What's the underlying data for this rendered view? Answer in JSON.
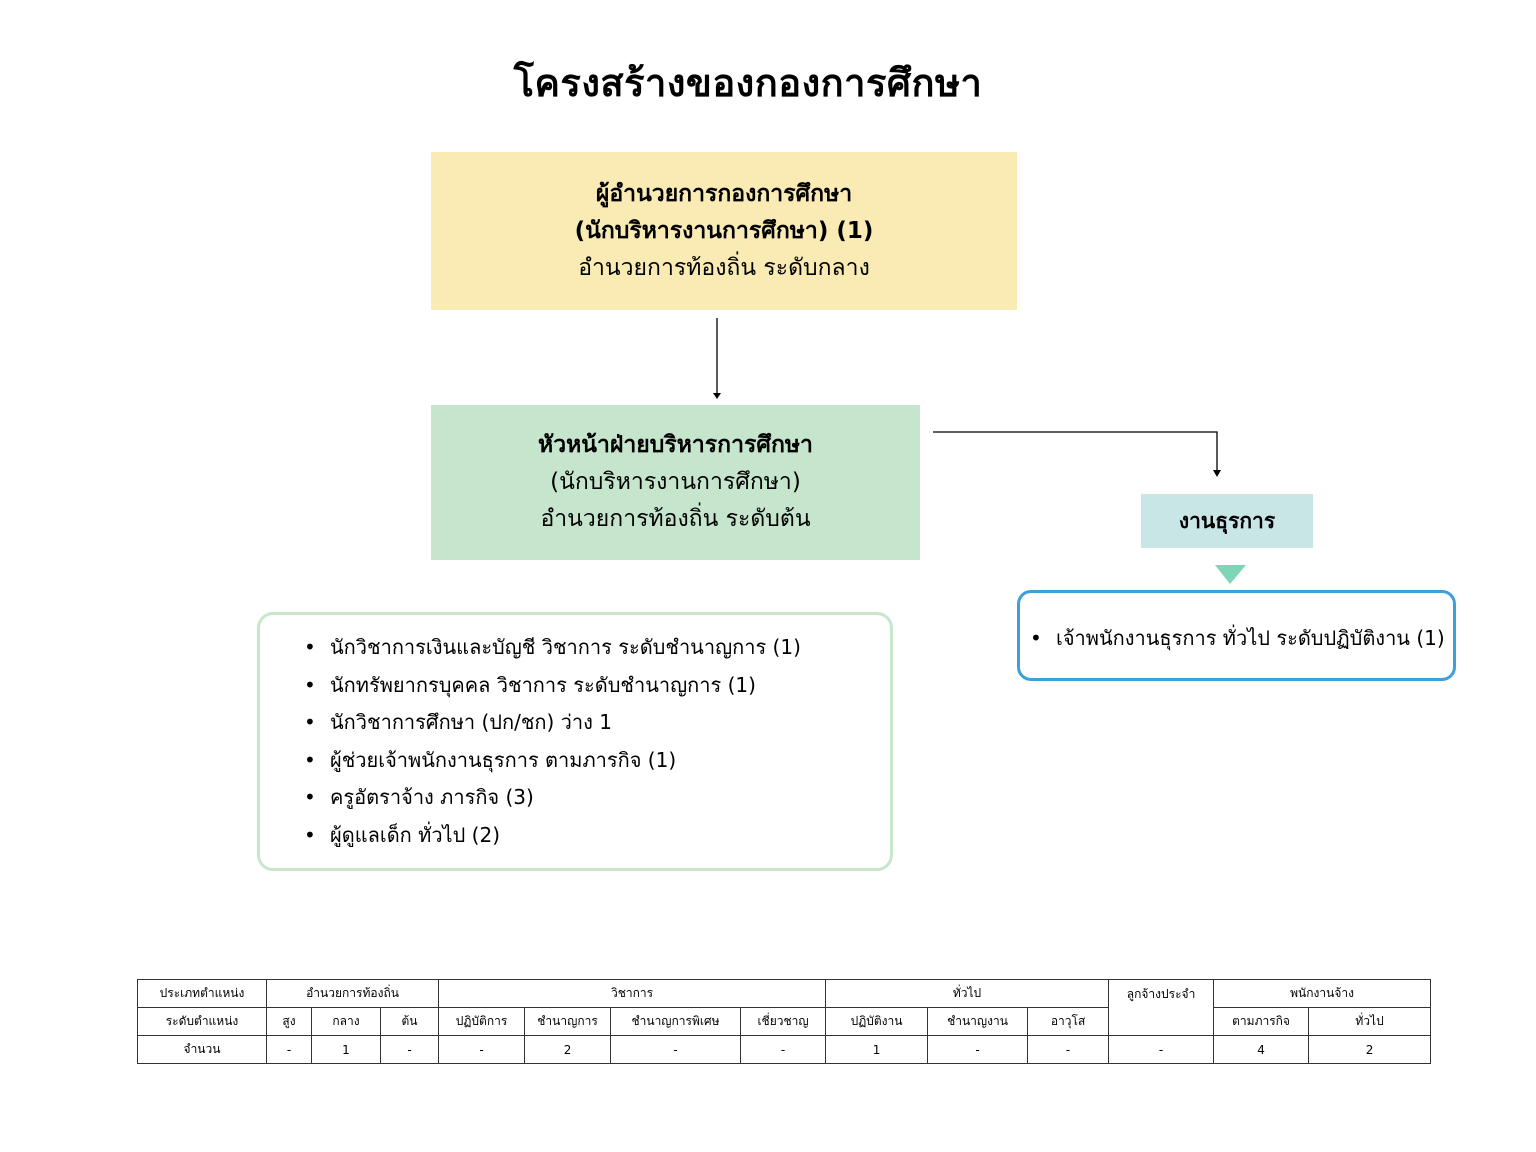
{
  "title": "โครงสร้างของกองการศึกษา",
  "director": {
    "line1": "ผู้อำนวยการกองการศึกษา",
    "line2": "(นักบริหารงานการศึกษา) (1)",
    "line3": "อำนวยการท้องถิ่น ระดับกลาง"
  },
  "head": {
    "line1": "หัวหน้าฝ่ายบริหารการศึกษา",
    "line2": "(นักบริหารงานการศึกษา)",
    "line3": "อำนวยการท้องถิ่น ระดับต้น"
  },
  "general_affairs": {
    "label": "งานธุรการ"
  },
  "left_list": {
    "bullet": "•",
    "items": [
      "นักวิชาการเงินและบัญชี  วิชาการ ระดับชำนาญการ (1)",
      "นักทรัพยากรบุคคล วิชาการ ระดับชำนาญการ  (1)",
      "นักวิชาการศึกษา (ปก/ชก) ว่าง  1",
      "ผู้ช่วยเจ้าพนักงานธุรการ ตามภารกิจ (1)",
      "ครูอัตราจ้าง ภารกิจ (3)",
      "ผู้ดูแลเด็ก ทั่วไป  (2)"
    ]
  },
  "right_list": {
    "bullet": "•",
    "items": [
      "เจ้าพนักงานธุรการ ทั่วไป ระดับปฏิบัติงาน (1)"
    ]
  },
  "table": {
    "row1": {
      "type_label": "ประเภทตำแหน่ง",
      "admin": "อำนวยการท้องถิ่น",
      "academic": "วิชาการ",
      "general": "ทั่วไป",
      "permanent": "ลูกจ้างประจำ",
      "employee": "พนักงานจ้าง"
    },
    "row2": {
      "level_label": "ระดับตำแหน่ง",
      "levels": [
        "สูง",
        "กลาง",
        "ต้น",
        "ปฏิบัติการ",
        "ชำนาญการ",
        "ชำนาญการพิเศษ",
        "เชี่ยวชาญ",
        "ปฏิบัติงาน",
        "ชำนาญงาน",
        "อาวุโส",
        "ตามภารกิจ",
        "ทั่วไป"
      ]
    },
    "row3": {
      "count_label": "จำนวน",
      "values": [
        "-",
        "1",
        "-",
        "-",
        "2",
        "-",
        "-",
        "1",
        "-",
        "-",
        "-",
        "4",
        "2"
      ]
    }
  },
  "colors": {
    "director_fill": "#f9ebb3",
    "head_fill": "#c5e5cc",
    "general_fill": "#c7e6e5",
    "left_list_border": "#c8e6cd",
    "right_list_border": "#3f9fd9",
    "triangle": "#7fd6b6"
  }
}
